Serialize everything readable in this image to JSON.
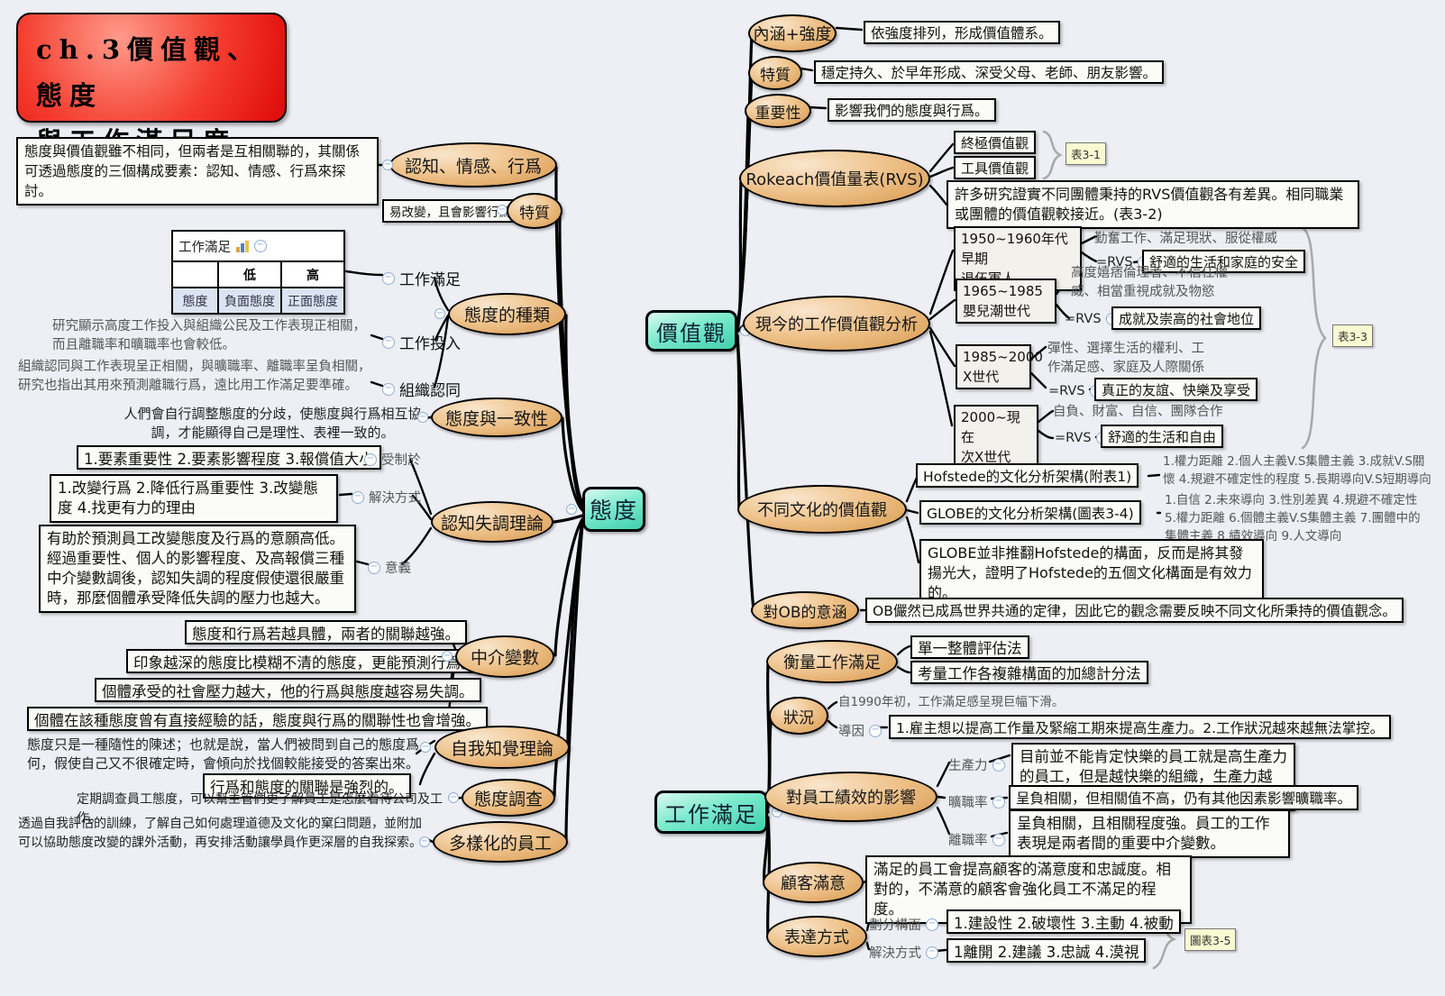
{
  "title": {
    "line1": "ch.3價值觀、態度",
    "line2": "與工作滿足度"
  },
  "intro": "態度與價值觀雖不相同，但兩者是互相關聯的，其關係可透過態度的三個構成要素：認知、情感、行爲來探討。",
  "roots": {
    "attitude": "態度",
    "values": "價值觀",
    "satisfaction": "工作滿足"
  },
  "attitude": {
    "components": "認知、情感、行爲",
    "trait": "特質",
    "trait_note": "易改變，且會影響行爲。",
    "types": "態度的種類",
    "table": {
      "title": "工作滿足",
      "col_low": "低",
      "col_high": "高",
      "row_label": "態度",
      "cell_low": "負面態度",
      "cell_high": "正面態度"
    },
    "type_job_satisfaction": "工作滿足",
    "type_job_involvement": "工作投入",
    "type_org_commitment": "組織認同",
    "job_involvement_note": "研究顯示高度工作投入與組織公民及工作表現正相關，而且離職率和曠職率也會較低。",
    "org_commitment_note": "組織認同與工作表現呈正相關，與曠職率、離職率呈負相關，研究也指出其用來預測離職行爲，遠比用工作滿足要準確。",
    "consistency": "態度與一致性",
    "consistency_note": "人們會自行調整態度的分歧，使態度與行爲相互協調，才能顯得自己是理性、表裡一致的。",
    "dissonance": "認知失調理論",
    "dissonance_constraint_label": "受制於",
    "dissonance_constraint": "1.要素重要性 2.要素影響程度 3.報償值大小",
    "dissonance_solution_label": "解決方式",
    "dissonance_solution": "1.改變行爲 2.降低行爲重要性 3.改變態度 4.找更有力的理由",
    "dissonance_meaning_label": "意義",
    "dissonance_meaning": "有助於預測員工改變態度及行爲的意願高低。經過重要性、個人的影響程度、及高報償三種中介變數調後，認知失調的程度假使還很嚴重時，那麼個體承受降低失調的壓力也越大。",
    "moderators": "中介變數",
    "moderator_1": "態度和行爲若越具體，兩者的關聯越強。",
    "moderator_2": "印象越深的態度比模糊不清的態度，更能預測行爲。",
    "moderator_3": "個體承受的社會壓力越大，他的行爲與態度越容易失調。",
    "moderator_4": "個體在該種態度曾有直接經驗的話，態度與行爲的關聯性也會增強。",
    "self_perception": "自我知覺理論",
    "self_perception_note": "態度只是一種隨性的陳述；也就是說，當人們被問到自己的態度爲何，假使自己又不很確定時，會傾向於找個較能接受的答案出來。",
    "self_perception_box": "行爲和態度的關聯是強烈的。",
    "survey": "態度調查",
    "survey_note": "定期調查員工態度，可以幫主管們更了解員工是怎麼看待公司及工作。",
    "diversity": "多樣化的員工",
    "diversity_note": "透過自我評估的訓練，了解自己如何處理道德及文化的窠臼問題，並附加可以協助態度改變的課外活動，再安排活動讓學員作更深層的自我探索。"
  },
  "values": {
    "connotation": "內涵+強度",
    "connotation_note": "依強度排列，形成價值體系。",
    "trait": "特質",
    "trait_note": "穩定持久、於早年形成、深受父母、老師、朋友影響。",
    "importance": "重要性",
    "importance_note": "影響我們的態度與行爲。",
    "rokeach": "Rokeach價值量表(RVS)",
    "rokeach_terminal": "終極價值觀",
    "rokeach_instrumental": "工具價值觀",
    "rokeach_tag": "表3-1",
    "rokeach_note": "許多研究證實不同團體秉持的RVS價值觀各有差異。相同職業或團體的價值觀較接近。(表3-2)",
    "work_values": "現今的工作價值觀分析",
    "rvs_equals": "=RVS",
    "gen1_era": "1950~1960年代早期",
    "gen1_group": "退伍軍人",
    "gen1_traits": "勤奮工作、滿足現狀、服從權威",
    "gen1_rvs": "舒適的生活和家庭的安全",
    "gen2_era": "1965~1985",
    "gen2_group": "嬰兒潮世代",
    "gen2_traits_1": "高度嬉痞倫理者、不信任權",
    "gen2_traits_2": "威、相當重視成就及物慾",
    "gen2_rvs": "成就及崇高的社會地位",
    "gen3_era": "1985~2000",
    "gen3_group": "X世代",
    "gen3_traits_1": "彈性、選擇生活的權利、工",
    "gen3_traits_2": "作滿足感、家庭及人際關係",
    "gen3_rvs": "真正的友誼、快樂及享受",
    "gen4_era": "2000~現在",
    "gen4_group": "次X世代",
    "gen4_traits": "自負、財富、自信、團隊合作",
    "gen4_rvs": "舒適的生活和自由",
    "work_values_tag": "表3-3",
    "culture": "不同文化的價值觀",
    "hofstede": "Hofstede的文化分析架構(附表1)",
    "hofstede_items": "1.權力距離 2.個人主義V.S集體主義 3.成就V.S關懷 4.規避不確定性的程度 5.長期導向V.S短期導向",
    "globe": "GLOBE的文化分析架構(圖表3-4)",
    "globe_items": "1.自信 2.未來導向 3.性別差異 4.規避不確定性 5.權力距離 6.個體主義V.S集體主義 7.團體中的集體主義 8.績效導向 9.人文導向",
    "globe_note": "GLOBE並非推翻Hofstede的構面，反而是將其發揚光大，證明了Hofstede的五個文化構面是有效力的。",
    "ob": "對OB的意涵",
    "ob_note": "OB儼然已成爲世界共通的定律，因此它的觀念需要反映不同文化所秉持的價值觀念。"
  },
  "satisfaction": {
    "measure": "衡量工作滿足",
    "measure_1": "單一整體評估法",
    "measure_2": "考量工作各複雜構面的加總計分法",
    "status": "狀況",
    "status_note": "自1990年初，工作滿足感呈現巨幅下滑。",
    "status_cause_label": "導因",
    "status_cause": "1.雇主想以提高工作量及緊縮工期來提高生產力。2.工作狀況越來越無法掌控。",
    "performance": "對員工績效的影響",
    "productivity_label": "生產力",
    "productivity": "目前並不能肯定快樂的員工就是高生產力的員工，但是越快樂的組織，生產力越高。",
    "absenteeism_label": "曠職率",
    "absenteeism": "呈負相關，但相關值不高，仍有其他因素影響曠職率。",
    "turnover_label": "離職率",
    "turnover": "呈負相關，且相關程度強。員工的工作表現是兩者間的重要中介變數。",
    "customer": "顧客滿意",
    "customer_note": "滿足的員工會提高顧客的滿意度和忠誠度。相對的，不滿意的顧客會強化員工不滿足的程度。",
    "expression": "表達方式",
    "expression_dim_label": "劃分構面",
    "expression_dim": "1.建設性 2.破壞性 3.主動 4.被動",
    "expression_sol_label": "解決方式",
    "expression_sol": "1離開 2.建議 3.忠誠 4.漠視",
    "expression_tag": "圖表3-5"
  }
}
